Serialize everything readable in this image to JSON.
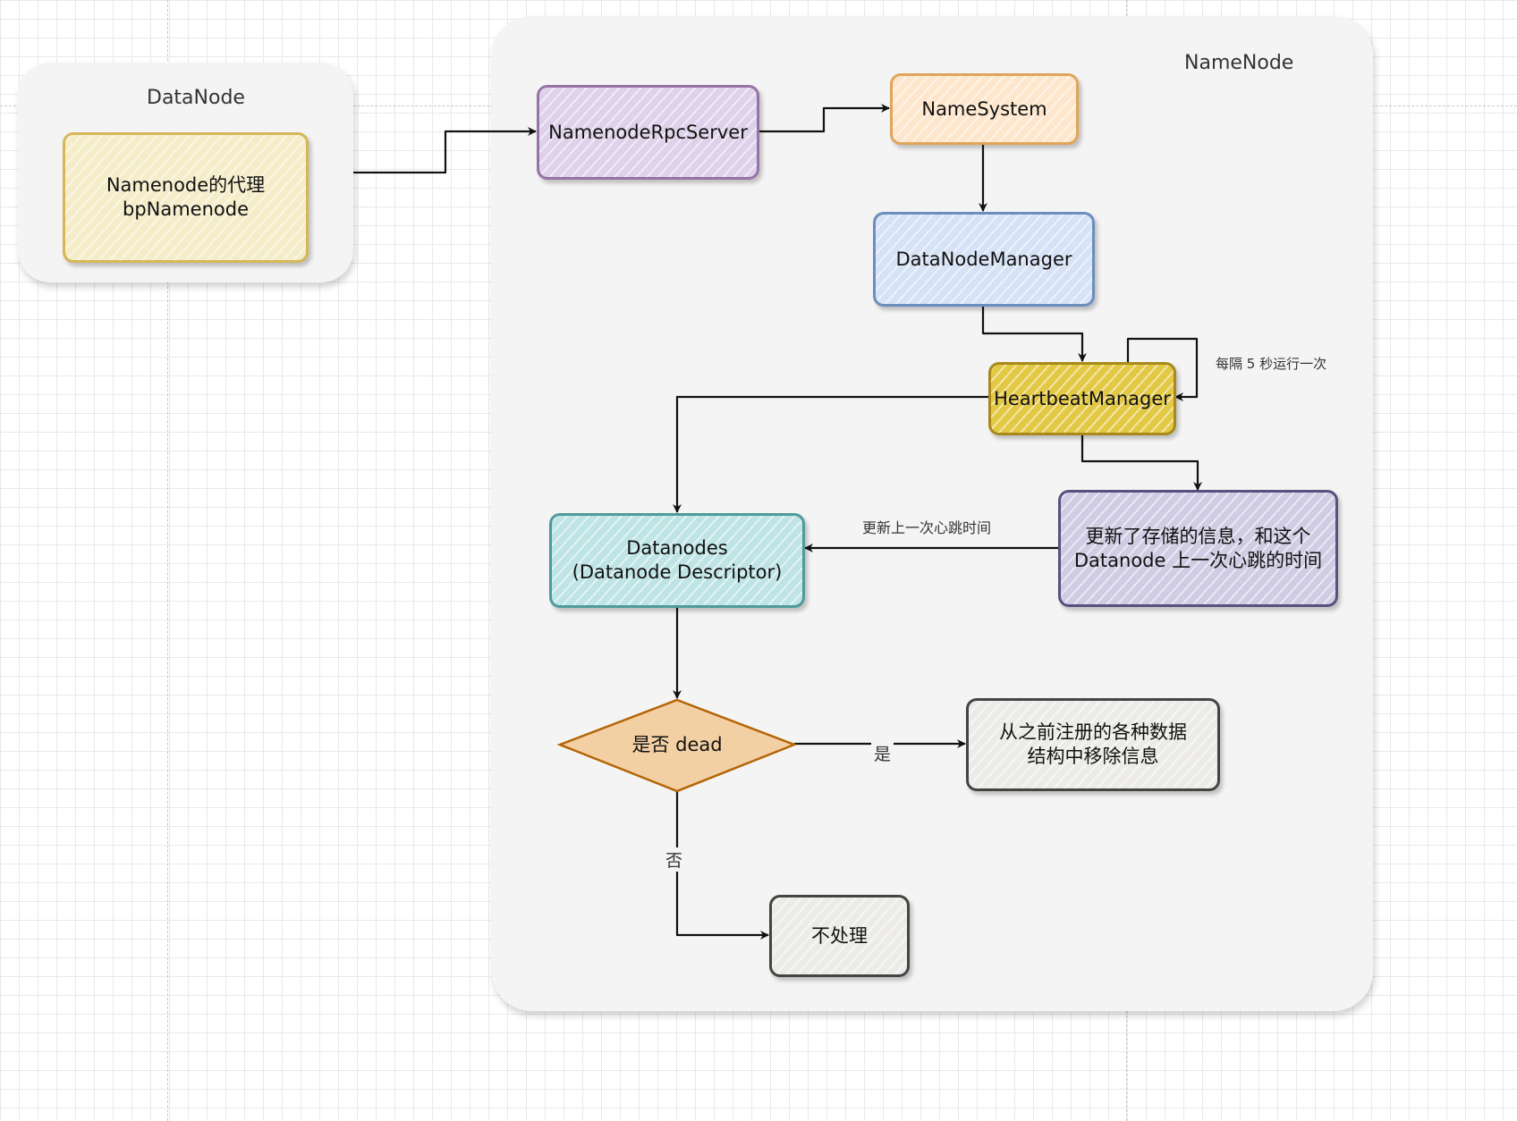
{
  "containers": {
    "datanode_title": "DataNode",
    "namenode_title": "NameNode"
  },
  "nodes": {
    "proxy": "Namenode的代理\nbpNamenode",
    "rpc_server": "NamenodeRpcServer",
    "name_system": "NameSystem",
    "datanode_manager": "DataNodeManager",
    "heartbeat_manager": "HeartbeatManager",
    "datanodes": "Datanodes\n(Datanode Descriptor)",
    "update_info": "更新了存储的信息，和这个\nDatanode 上一次心跳的时间",
    "is_dead": "是否 dead",
    "remove_info": "从之前注册的各种数据\n结构中移除信息",
    "no_action": "不处理"
  },
  "edge_labels": {
    "self_loop": "每隔 5 秒运行一次",
    "update_heartbeat": "更新上一次心跳时间",
    "yes": "是",
    "no": "否"
  },
  "colors": {
    "proxy_fill": "#f5ecc8",
    "proxy_stroke": "#d6b656",
    "rpc_fill": "#ddd2ea",
    "rpc_stroke": "#9673a6",
    "namesystem_fill": "#fde6cc",
    "namesystem_stroke": "#e0a55a",
    "dnm_fill": "#d6e2f5",
    "dnm_stroke": "#6c8ebf",
    "hb_fill": "#e3c843",
    "hb_stroke": "#a88a1a",
    "datanodes_fill": "#bfe4e6",
    "datanodes_stroke": "#4e9b9b",
    "update_fill": "#d0cce3",
    "update_stroke": "#56517e",
    "dead_fill": "#f3cfa4",
    "dead_stroke": "#b46504",
    "gray_fill": "#ecebe7",
    "gray_stroke": "#444444"
  }
}
